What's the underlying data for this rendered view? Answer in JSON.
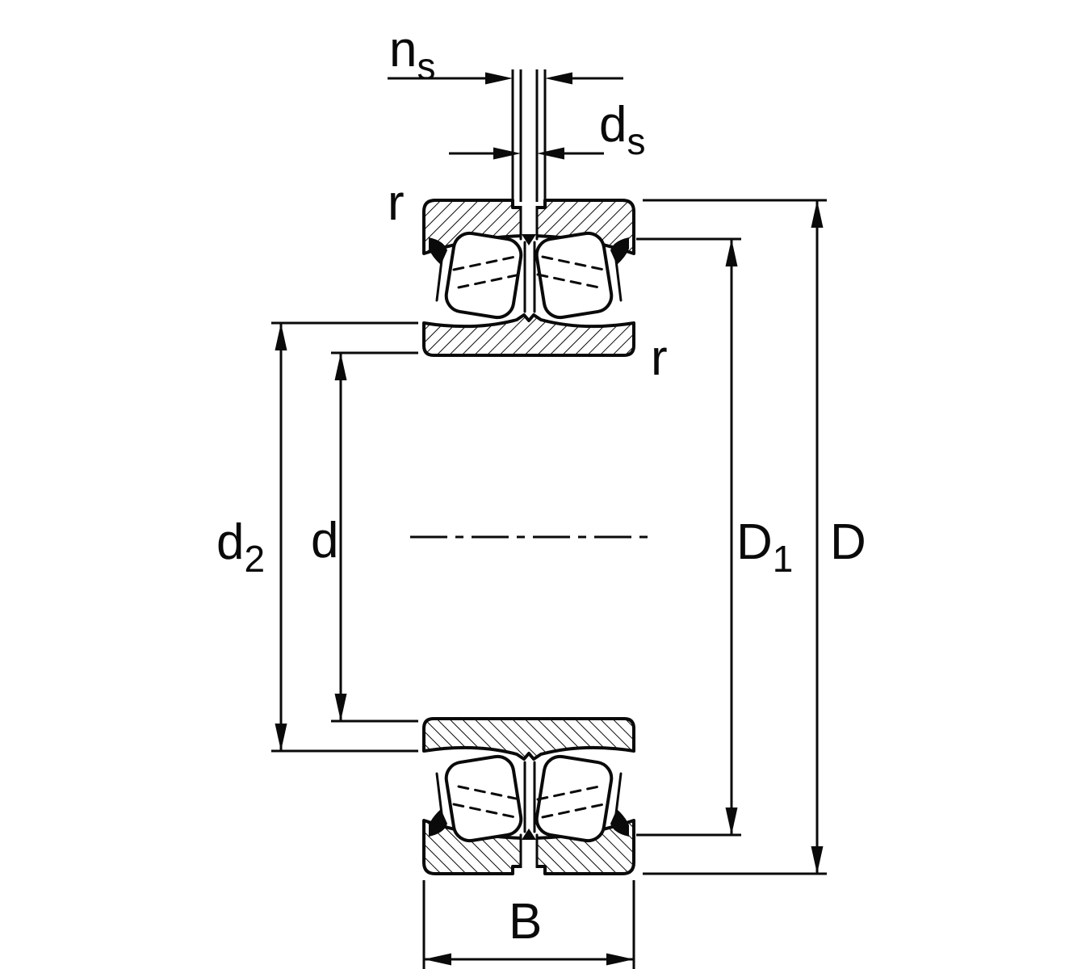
{
  "meta": {
    "colors": {
      "line": "#0a0a0a",
      "background": "#ffffff"
    }
  },
  "labels": {
    "ns": {
      "main": "n",
      "sub": "s"
    },
    "ds": {
      "main": "d",
      "sub": "s"
    },
    "r_outer": "r",
    "r_inner": "r",
    "d2": {
      "main": "d",
      "sub": "2"
    },
    "d": "d",
    "D1": {
      "main": "D",
      "sub": "1"
    },
    "D": "D",
    "B": "B"
  }
}
